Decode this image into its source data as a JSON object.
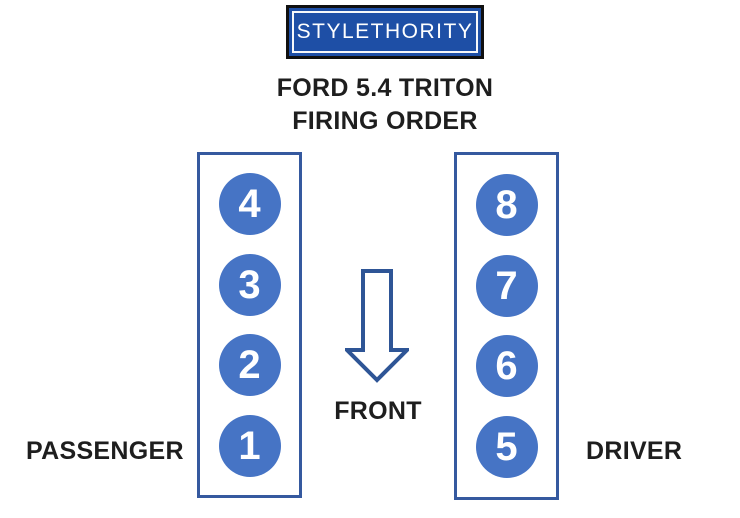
{
  "logo": {
    "text": "STYLETHORITY"
  },
  "title": {
    "line1": "FORD 5.4 TRITON",
    "line2": "FIRING ORDER"
  },
  "diagram": {
    "front_label": "FRONT",
    "arrow_direction": "down",
    "banks": [
      {
        "side_label": "PASSENGER",
        "position": "left",
        "cylinders": [
          "4",
          "3",
          "2",
          "1"
        ]
      },
      {
        "side_label": "DRIVER",
        "position": "right",
        "cylinders": [
          "8",
          "7",
          "6",
          "5"
        ]
      }
    ]
  },
  "colors": {
    "accent": "#4674c5",
    "outline": "#35599f",
    "arrow_outline": "#2e5596",
    "logo_blue": "#1e4fa6",
    "logo_border": "#101010",
    "title_color": "#1e1e1e"
  }
}
